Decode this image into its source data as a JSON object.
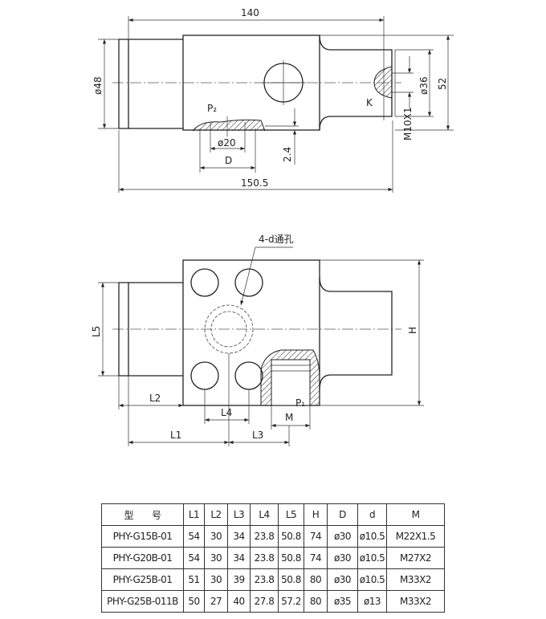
{
  "top_view": {
    "dim_140": "140",
    "dim_150_5": "150.5",
    "dim_d48": "ø48",
    "dim_52": "52",
    "dim_d36": "ø36",
    "thread": "M10X1",
    "label_k": "K",
    "label_p2": "P₂",
    "dim_d20": "ø20",
    "dim_D": "D",
    "dim_2_4": "2.4"
  },
  "bottom_view": {
    "note": "4-d通孔",
    "L5": "L5",
    "H": "H",
    "L2": "L2",
    "L4": "L4",
    "M": "M",
    "P1": "P₁",
    "L1": "L1",
    "L3": "L3"
  },
  "table": {
    "headers": [
      "型　　号",
      "L1",
      "L2",
      "L3",
      "L4",
      "L5",
      "H",
      "D",
      "d",
      "M"
    ],
    "rows": [
      [
        "PHY-G15B-01",
        "54",
        "30",
        "34",
        "23.8",
        "50.8",
        "74",
        "ø30",
        "ø10.5",
        "M22X1.5"
      ],
      [
        "PHY-G20B-01",
        "54",
        "30",
        "34",
        "23.8",
        "50.8",
        "74",
        "ø30",
        "ø10.5",
        "M27X2"
      ],
      [
        "PHY-G25B-01",
        "51",
        "30",
        "39",
        "23.8",
        "50.8",
        "80",
        "ø30",
        "ø10.5",
        "M33X2"
      ],
      [
        "PHY-G25B-011B",
        "50",
        "27",
        "40",
        "27.8",
        "57.2",
        "80",
        "ø35",
        "ø13",
        "M33X2"
      ]
    ]
  }
}
